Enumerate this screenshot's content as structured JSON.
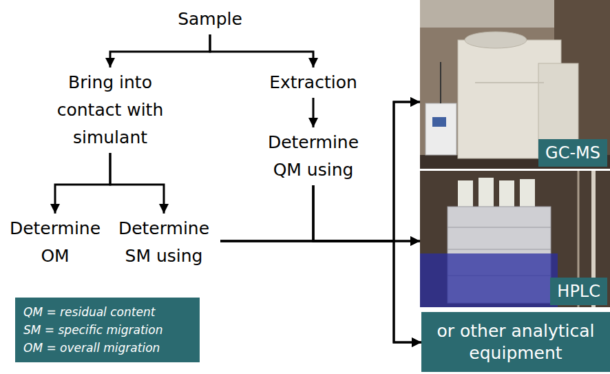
{
  "diagram": {
    "nodes": [
      {
        "text": [
          "Sample"
        ]
      },
      {
        "text": [
          "Bring into contact with simulant"
        ]
      },
      {
        "text": [
          "Extraction"
        ]
      },
      {
        "text": [
          "Determine QM using"
        ]
      },
      {
        "text": [
          "Determine OM"
        ]
      },
      {
        "text": [
          "Determine SM using"
        ]
      },
      {
        "text": [
          "GC-MS"
        ]
      },
      {
        "text": [
          "HPLC"
        ]
      },
      {
        "text": [
          "or other analytical equipment"
        ]
      },
      {
        "text": [
          "QM = residual content",
          "SM = specific migration",
          "OM = overall migration"
        ]
      }
    ],
    "edges": [
      {
        "from": 0,
        "to": 1,
        "arrow": "to"
      },
      {
        "from": 0,
        "to": 2,
        "arrow": "to"
      },
      {
        "from": 2,
        "to": 3,
        "arrow": "to"
      },
      {
        "from": 1,
        "to": 4,
        "arrow": "to"
      },
      {
        "from": 1,
        "to": 5,
        "arrow": "to"
      },
      {
        "from": 5,
        "to": 6,
        "arrow": "to"
      },
      {
        "from": 5,
        "to": 7,
        "arrow": "to"
      },
      {
        "from": 5,
        "to": 8,
        "arrow": "to"
      },
      {
        "from": 3,
        "to": 6,
        "arrow": "to"
      },
      {
        "from": 3,
        "to": 7,
        "arrow": "to"
      },
      {
        "from": 3,
        "to": 8,
        "arrow": "to"
      }
    ]
  }
}
